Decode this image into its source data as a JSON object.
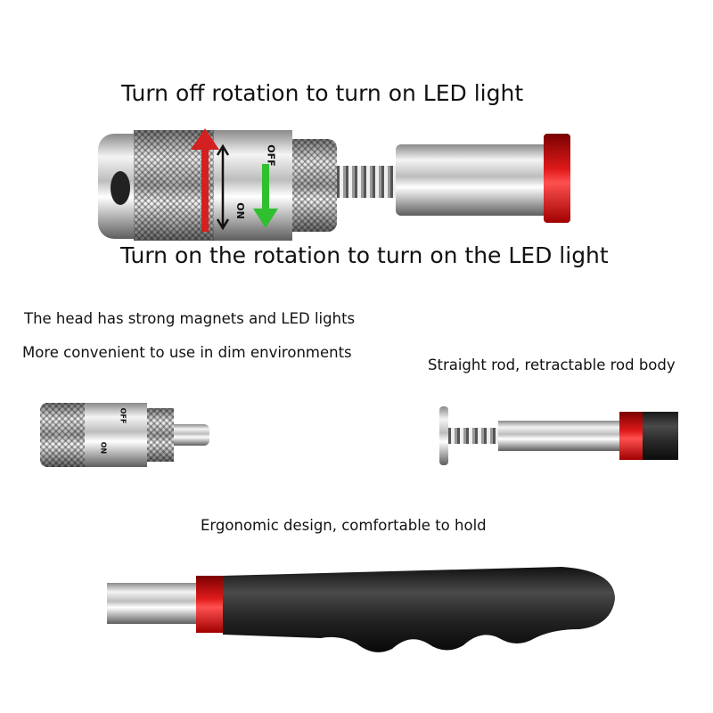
{
  "top": {
    "caption_off": "Turn off rotation to turn on LED light",
    "caption_on": "Turn on the rotation to turn on the LED light",
    "head_labels": {
      "on": "ON",
      "off": "OFF"
    },
    "arrow_colors": {
      "up": "#d42020",
      "down": "#2fbf2f"
    }
  },
  "middle": {
    "head_line1": "The head has strong magnets and LED lights",
    "head_line2": "More convenient to use in dim environments",
    "rod_caption": "Straight rod, retractable rod body",
    "small_head_labels": {
      "on": "ON",
      "off": "OFF"
    }
  },
  "bottom": {
    "caption": "Ergonomic design, comfortable to hold"
  },
  "colors": {
    "accent_red": "#e01a1a",
    "grip_black": "#1e1e1e"
  }
}
